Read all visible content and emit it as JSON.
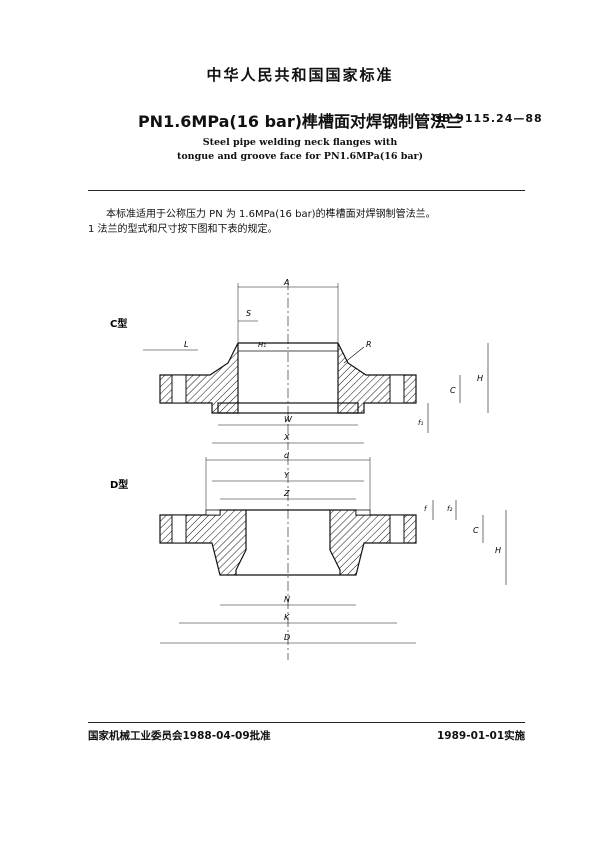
{
  "header": {
    "standard_type": "中华人民共和国国家标准",
    "title_cn": "PN1.6MPa(16 bar)榫槽面对焊钢制管法兰",
    "code": "GB 9115.24—88",
    "title_en_line1": "Steel pipe welding neck flanges with",
    "title_en_line2": "tongue and groove face for PN1.6MPa(16 bar)"
  },
  "body": {
    "intro": "本标准适用于公称压力 PN 为 1.6MPa(16 bar)的榫槽面对焊钢制管法兰。",
    "clause1": "1  法兰的型式和尺寸按下图和下表的规定。"
  },
  "drawing": {
    "type_c_label": "C型",
    "type_d_label": "D型",
    "dims_c": {
      "A": "A",
      "S": "S",
      "L": "L",
      "H1": "H₁",
      "R": "R",
      "H": "H",
      "C": "C",
      "f1": "f₁",
      "W": "W",
      "X": "X"
    },
    "dims_d": {
      "d": "d",
      "Y": "Y",
      "Z": "Z",
      "f": "f",
      "f2": "f₂",
      "C": "C",
      "H": "H",
      "N": "N",
      "K": "K",
      "D": "D"
    }
  },
  "footer": {
    "approval": "国家机械工业委员会1988-04-09批准",
    "effective": "1989-01-01实施"
  }
}
